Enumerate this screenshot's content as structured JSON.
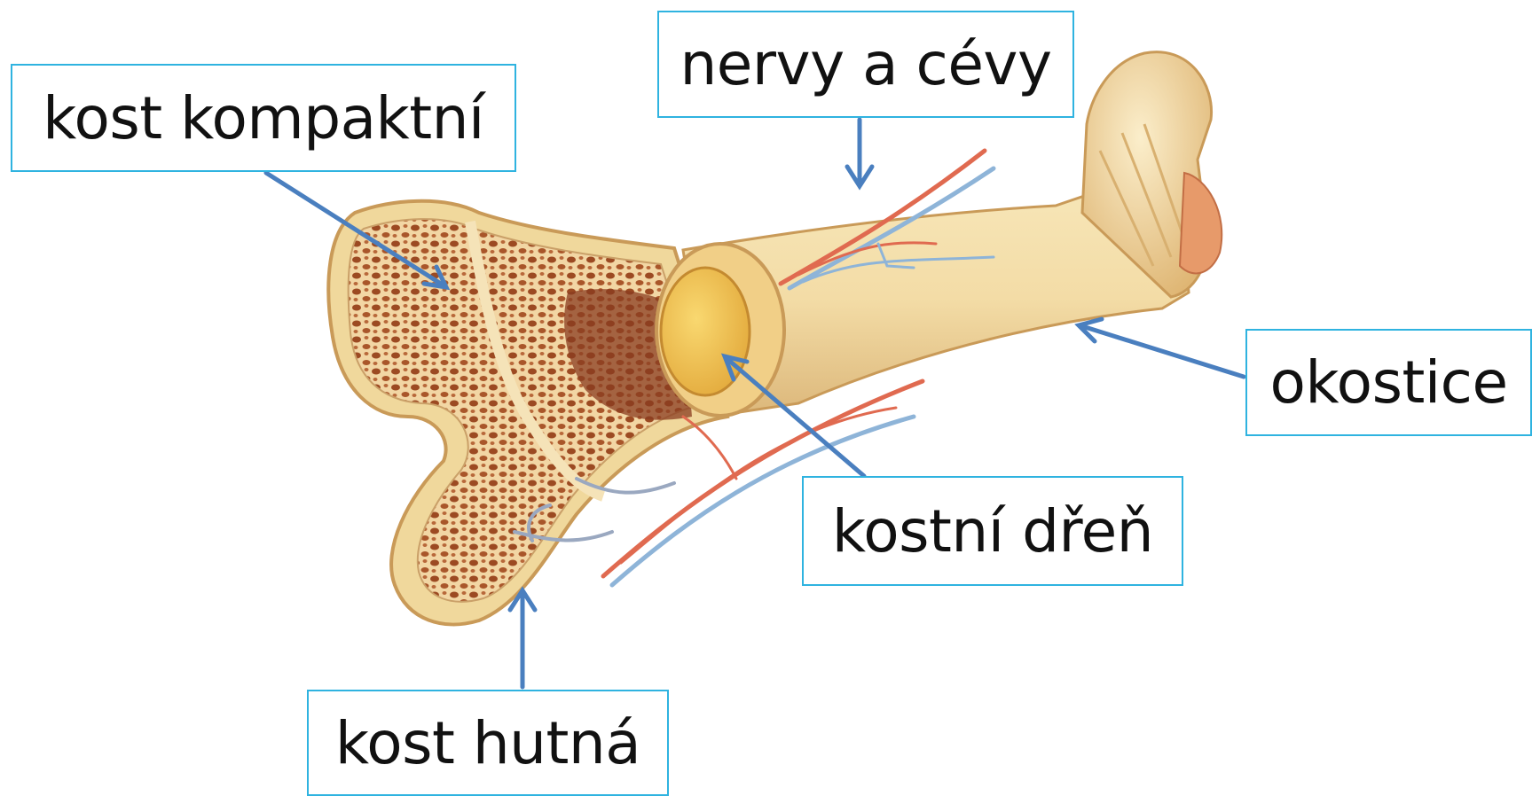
{
  "labels": {
    "nervy_a_cevy": "nervy a cévy",
    "kost_kompaktni": "kost kompaktní",
    "okostice": "okostice",
    "kostni_dren": "kostní dřeň",
    "kost_hutna": "kost hutná"
  },
  "colors": {
    "label_border": "#2fb3e0",
    "arrow": "#4a7fbf",
    "bone": "#f2dba0",
    "spongy_bone": "#d9a86a",
    "marrow": "#f0c040",
    "artery": "#e06a50",
    "vein": "#8eb4d8"
  }
}
